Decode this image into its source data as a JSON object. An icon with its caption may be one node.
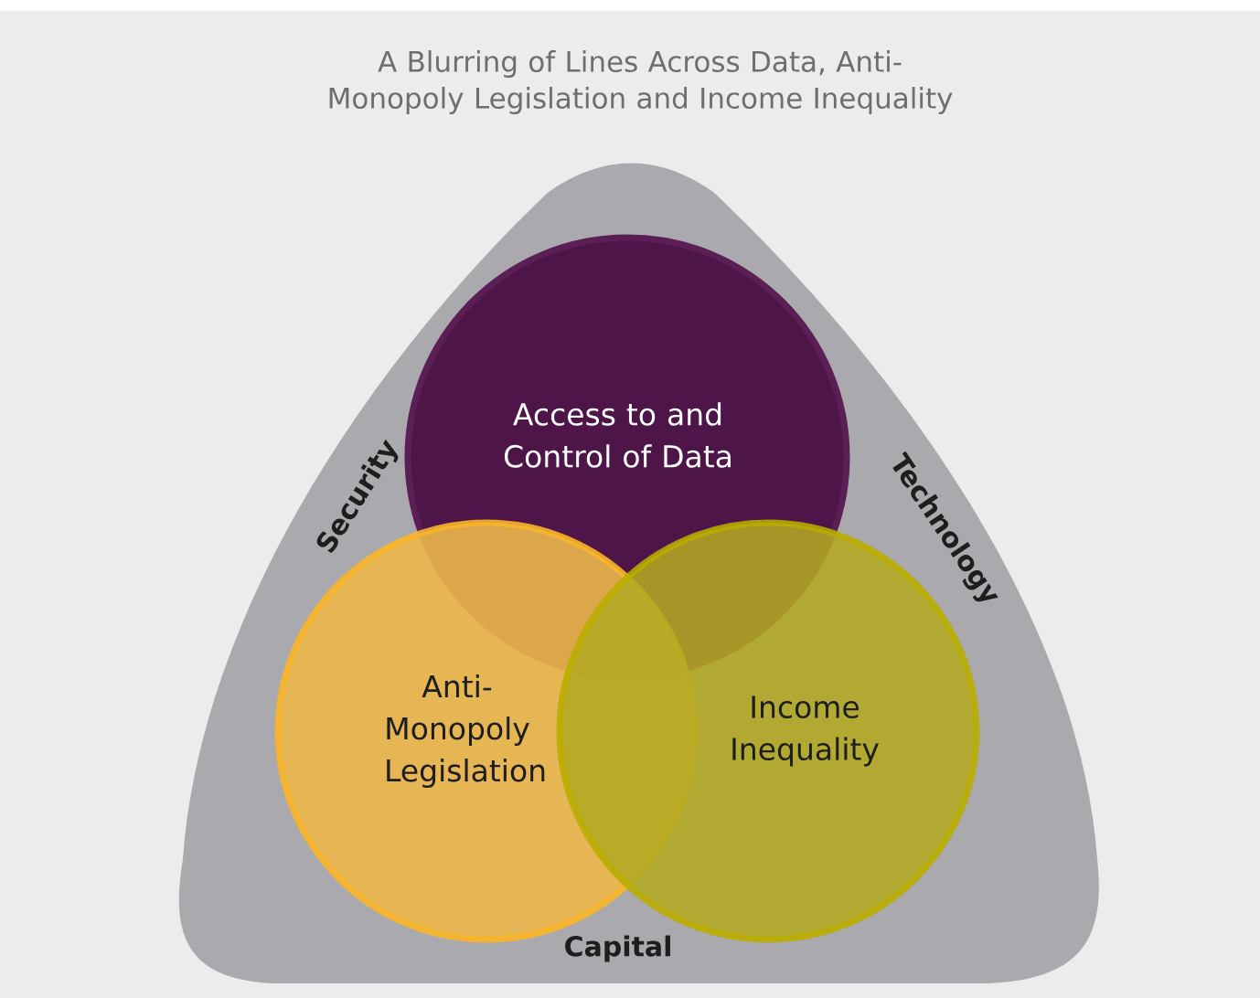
{
  "diagram": {
    "title": "A Blurring of Lines Across Data, Anti-Monopoly Legislation and Income Inequality",
    "nodes": [
      {
        "text": [
          "Security",
          "Technology",
          "Capital"
        ]
      },
      {
        "text": [
          "Access to and Control of Data"
        ],
        "in": 0
      },
      {
        "text": [
          "Anti-Monopoly Legislation"
        ],
        "in": 0
      },
      {
        "text": [
          "Income Inequality"
        ],
        "in": 0
      }
    ]
  }
}
